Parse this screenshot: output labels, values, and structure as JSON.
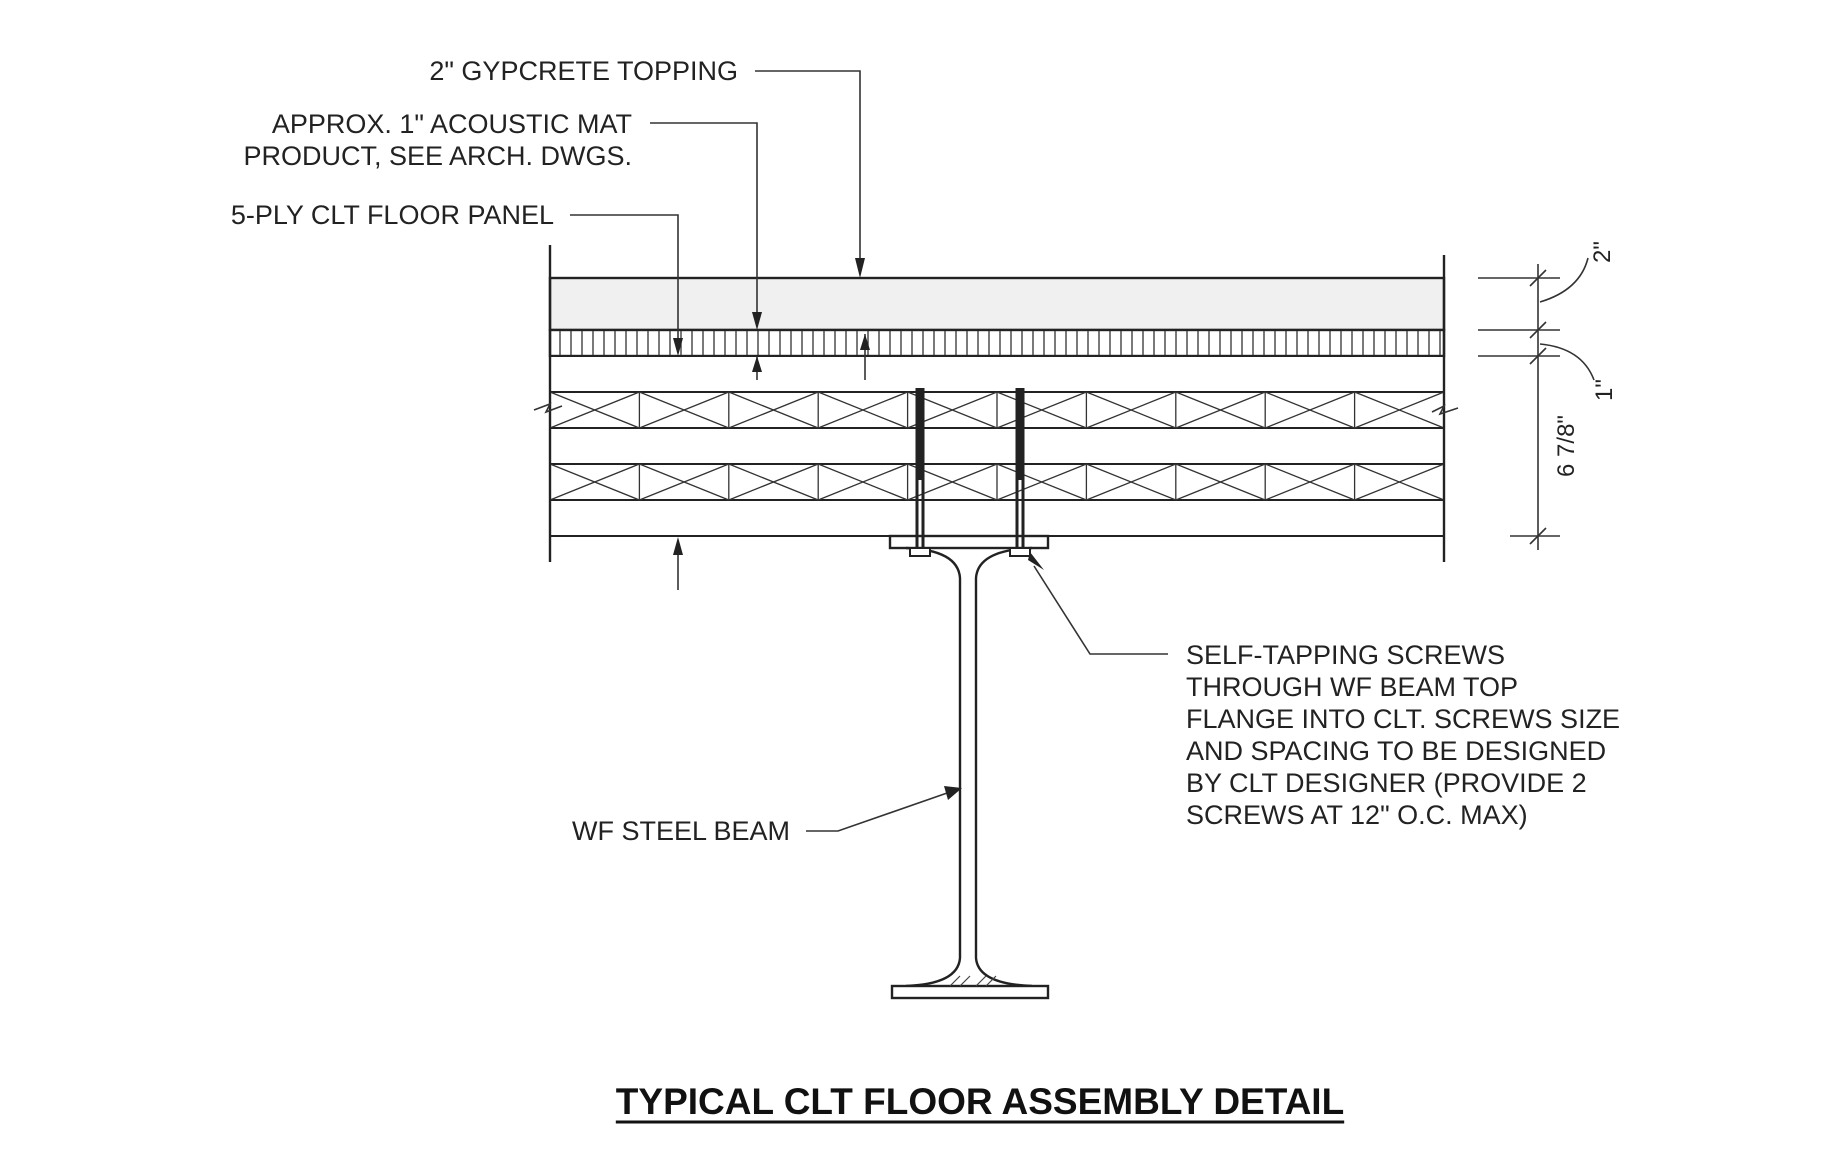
{
  "labels": {
    "gypcrete": "2\" GYPCRETE TOPPING",
    "acoustic_line1": "APPROX. 1\" ACOUSTIC MAT",
    "acoustic_line2": "PRODUCT, SEE ARCH. DWGS.",
    "clt_panel": "5-PLY CLT FLOOR PANEL",
    "screws_lines": [
      "SELF-TAPPING SCREWS",
      "THROUGH WF BEAM TOP",
      "FLANGE INTO CLT. SCREWS SIZE",
      "AND SPACING TO BE DESIGNED",
      "BY CLT DESIGNER (PROVIDE 2",
      "SCREWS AT 12\" O.C. MAX)"
    ],
    "steel_beam": "WF STEEL BEAM"
  },
  "dimensions": {
    "topping": "2\"",
    "mat": "1\"",
    "clt": "6 7/8\""
  },
  "title": "TYPICAL CLT FLOOR ASSEMBLY DETAIL"
}
